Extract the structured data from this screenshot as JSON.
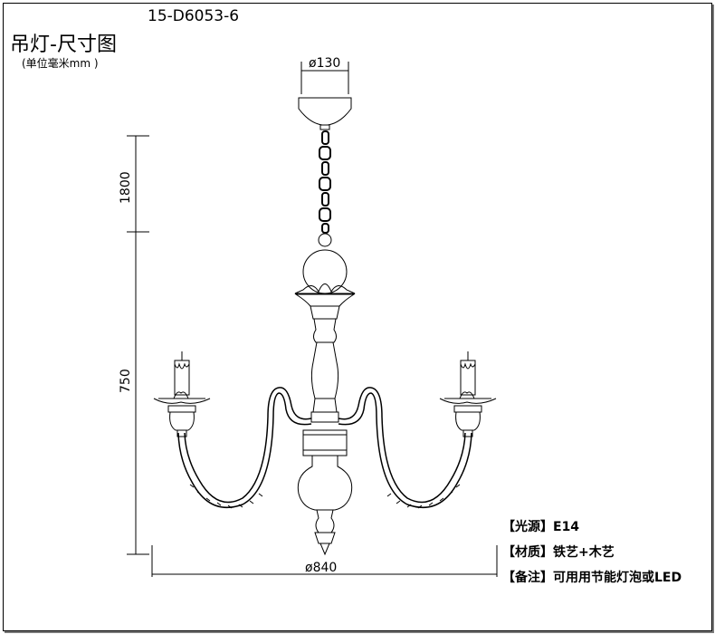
{
  "header": {
    "model_code": "15-D6053-6",
    "title": "吊灯-尺寸图",
    "unit_note": "(单位毫米mm )"
  },
  "dimensions": {
    "canopy_diameter": "ø130",
    "chain_length": "1800",
    "body_height": "750",
    "overall_diameter": "ø840"
  },
  "specs": [
    {
      "label": "【光源】",
      "value": "E14"
    },
    {
      "label": "【材质】",
      "value": "铁艺+木艺"
    },
    {
      "label": "【备注】",
      "value": "可用用节能灯泡或LED"
    }
  ],
  "colors": {
    "line": "#000000",
    "frame_shadow": "#7a7a7a"
  }
}
